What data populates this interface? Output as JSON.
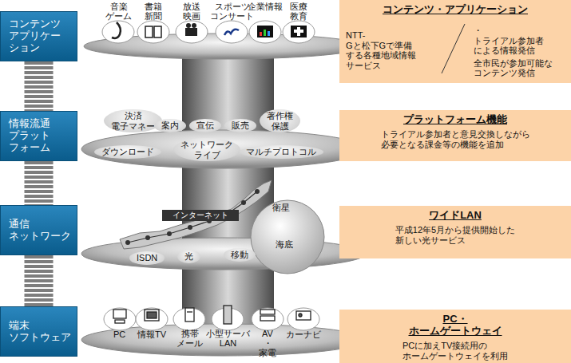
{
  "diagram": {
    "nodes": [
      {
        "text": [
          "コンテンツ アプリケー ション"
        ]
      },
      {
        "text": [
          "情報流通 プラット フォーム"
        ]
      },
      {
        "text": [
          "通信 ネットワーク"
        ]
      },
      {
        "text": [
          "端末 ソフトウェア"
        ]
      },
      {
        "text": [
          "決済 電子マネー"
        ]
      },
      {
        "text": [
          "案内"
        ]
      },
      {
        "text": [
          "宣伝"
        ]
      },
      {
        "text": [
          "販売"
        ]
      },
      {
        "text": [
          "著作権 保護"
        ]
      },
      {
        "text": [
          "ダウンロード"
        ]
      },
      {
        "text": [
          "ネットワーク ライブ"
        ]
      },
      {
        "text": [
          "マルチプロトコル"
        ]
      },
      {
        "text": [
          "ISDN"
        ]
      },
      {
        "text": [
          "光"
        ]
      },
      {
        "text": [
          "移動"
        ]
      },
      {
        "text": [
          "コンテンツ・アプリケーション",
          "NTT-Gと松下Gで準備 する各種地域情報 サービス",
          "・トライアル参加者 による情報発信",
          "・全市民が参加可能な コンテンツ発信"
        ]
      },
      {
        "text": [
          "プラットフォーム機能",
          "トライアル参加者と意見交換しながら 必要となる課金等の機能を追加"
        ]
      },
      {
        "text": [
          "ワイドLAN",
          "平成12年5月から提供開始した 新しい光サービス"
        ]
      },
      {
        "text": [
          "PC・ホームゲートウェイ",
          "PCに加えTV接続用の ホームゲートウェイを利用"
        ]
      }
    ],
    "edges": [
      {
        "from": 0,
        "to": 1,
        "arrow": "none"
      },
      {
        "from": 1,
        "to": 2,
        "arrow": "none"
      },
      {
        "from": 2,
        "to": 3,
        "arrow": "none"
      }
    ],
    "labels": [
      "音楽 ゲーム",
      "書籍 新聞",
      "放送 映画",
      "スポーツ コンサート",
      "企業情報",
      "医療 教育",
      "インターネット",
      "衛星",
      "海底",
      "PC",
      "情報TV",
      "携帯 メール",
      "小型サーバ LAN",
      "AV ・家電",
      "カーナビ"
    ]
  }
}
